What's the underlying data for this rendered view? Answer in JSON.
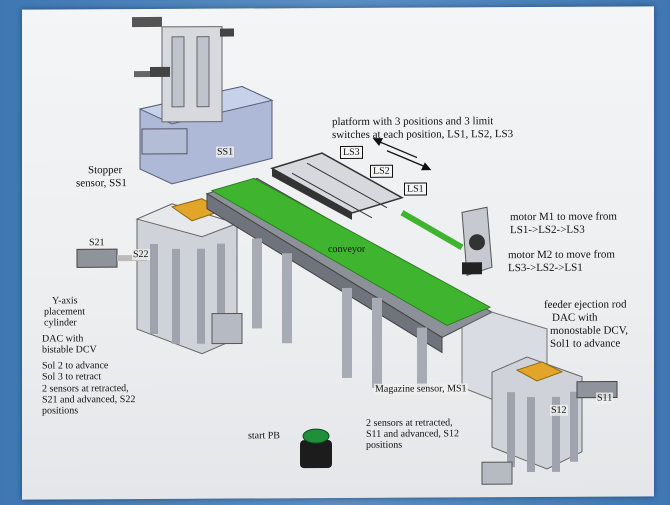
{
  "labels": {
    "platform": [
      "platform with 3 positions and 3 limit",
      "switches at each position, LS1, LS2, LS3"
    ],
    "ls3": "LS3",
    "ls2": "LS2",
    "ls1": "LS1",
    "ss1_tag": "SS1",
    "stopper": [
      "Stopper",
      "sensor, SS1"
    ],
    "conveyor": "conveyor",
    "motor_m1": [
      "motor M1 to move from",
      "LS1->LS2->LS3"
    ],
    "motor_m2": [
      "motor M2 to move from",
      "LS3->LS2->LS1"
    ],
    "s21": "S21",
    "s22": "S22",
    "y_axis": [
      "Y-axis",
      "placement",
      "cylinder",
      "DAC with",
      "bistable DCV",
      "Sol 2 to advance",
      "Sol 3 to retract",
      "2 sensors at retracted,",
      "S21 and advanced, S22",
      "positions"
    ],
    "feeder": [
      "feeder ejection rod",
      "DAC with",
      "monostable DCV,",
      "Sol1 to advance"
    ],
    "magazine": "Magazine  sensor, MS1",
    "s11": "S11",
    "s12": "S12",
    "start_pb": "start PB",
    "sensors_s11": [
      "2 sensors at retracted,",
      "S11 and advanced, S12",
      "positions"
    ]
  },
  "colors": {
    "conveyor_belt": "#3fb52f",
    "machine_frame": "#c9ccd2",
    "gripper_block": "#aeb9d8",
    "stopper_pad": "#e2a429",
    "start_button": "#1f8f3a"
  }
}
